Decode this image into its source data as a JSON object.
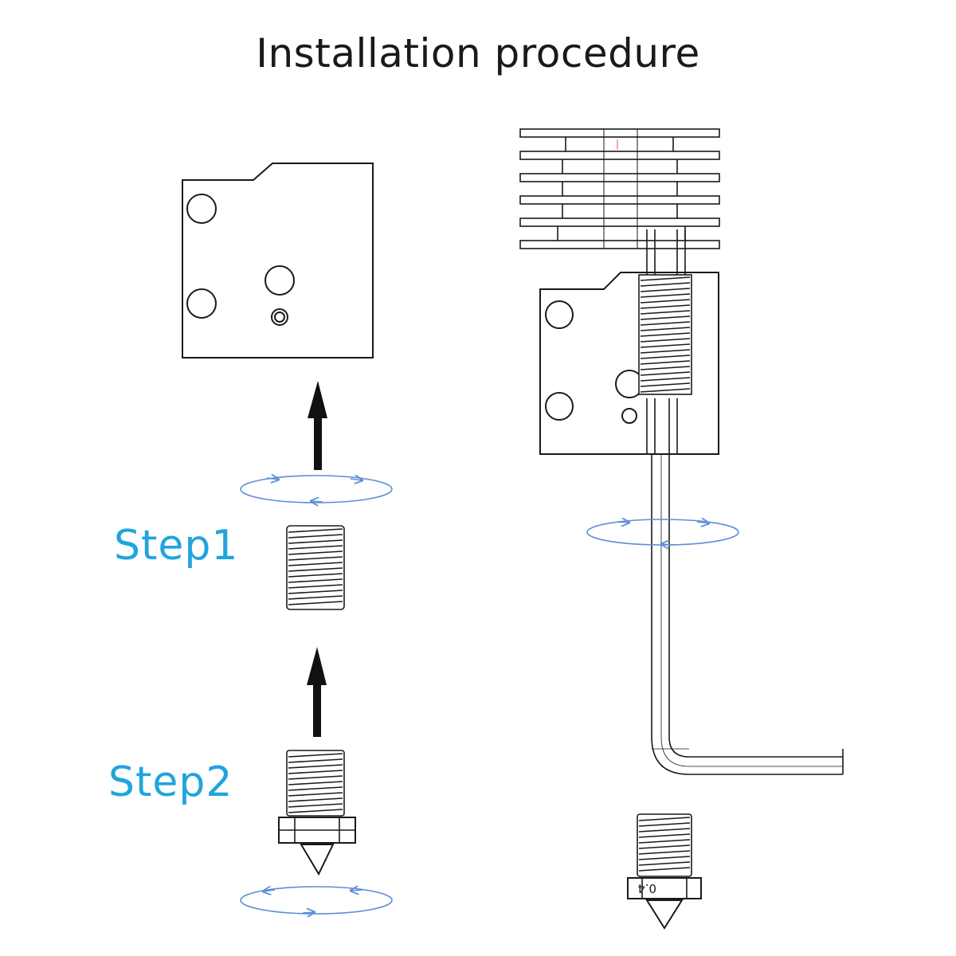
{
  "title": "Installation procedure",
  "steps": [
    {
      "label": "Step1"
    },
    {
      "label": "Step2"
    }
  ],
  "nozzle_marking": "0.4",
  "colors": {
    "line": "#1a1a1a",
    "step_label": "#20a4de",
    "rotation_arrow": "#5b8fd6"
  },
  "icons": [
    "heater-block",
    "heat-sink",
    "throat-tube",
    "nozzle",
    "hex-key",
    "up-arrow-icon",
    "rotation-arrow-icon"
  ]
}
